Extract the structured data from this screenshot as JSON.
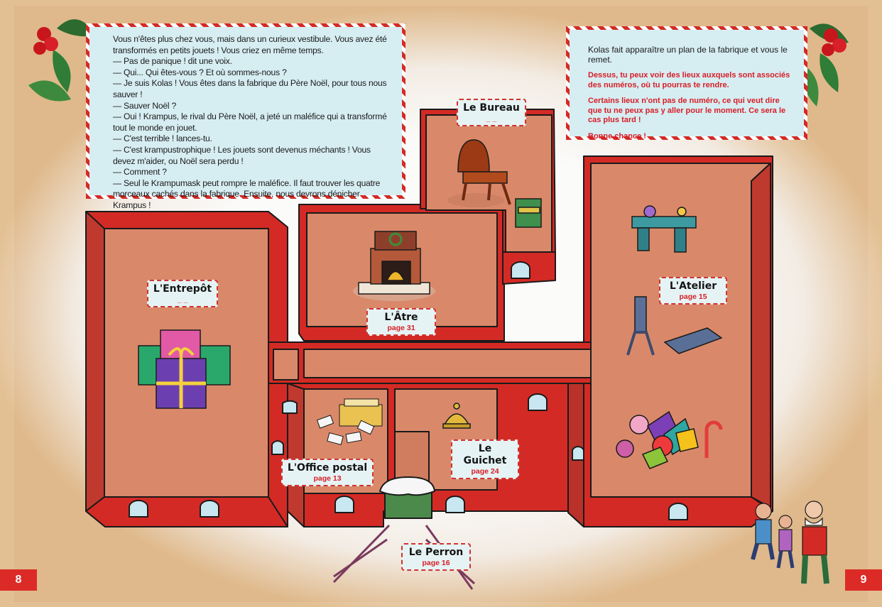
{
  "story": {
    "lines": [
      "Vous n'êtes plus chez vous, mais dans un curieux vestibule. Vous avez été transformés en petits jouets ! Vous criez en même temps.",
      "— Pas de panique ! dit une voix.",
      "— Qui... Qui êtes-vous ? Et où sommes-nous ?",
      "— Je suis Kolas ! Vous êtes dans la fabrique du Père Noël, pour tous nous sauver !",
      "— Sauver Noël ?",
      "— Oui ! Krampus, le rival du Père Noël, a jeté un maléfice qui a transformé tout le monde en jouet.",
      "— C'est terrible ! lances-tu.",
      "— C'est krampustrophique ! Les jouets sont devenus méchants ! Vous devez m'aider, ou Noël sera perdu !",
      "— Comment ?",
      "— Seul le Krampumask peut rompre le maléfice. Il faut trouver les quatre morceaux cachés dans la fabrique. Ensuite, nous devrons dénicher Krampus !"
    ]
  },
  "info": {
    "intro": "Kolas fait apparaître un plan de la fabrique et vous le remet.",
    "line1": "Dessus, tu peux voir des lieux auxquels sont associés des numéros, où tu pourras te rendre.",
    "line2": "Certains lieux n'ont pas de numéro, ce qui veut dire que tu ne peux pas y aller pour le moment. Ce sera le cas plus tard !",
    "line3": "Bonne chance !"
  },
  "rooms": {
    "bureau": {
      "name": "Le Bureau",
      "page": "_ _"
    },
    "entrepot": {
      "name": "L'Entrepôt",
      "page": "_ _"
    },
    "atre": {
      "name": "L'Âtre",
      "page": "page 31"
    },
    "atelier": {
      "name": "L'Atelier",
      "page": "page 15"
    },
    "office": {
      "name": "L'Office postal",
      "page": "page 13"
    },
    "guichet": {
      "name": "Le Guichet",
      "page": "page 24"
    },
    "perron": {
      "name": "Le Perron",
      "page": "page 16"
    }
  },
  "pages": {
    "left": "8",
    "right": "9"
  },
  "colors": {
    "wall_red": "#d42a25",
    "floor": "#d9896a",
    "label_border": "#d2332e",
    "page_text": "#d71e26",
    "panel_bg": "#d6edf2"
  }
}
